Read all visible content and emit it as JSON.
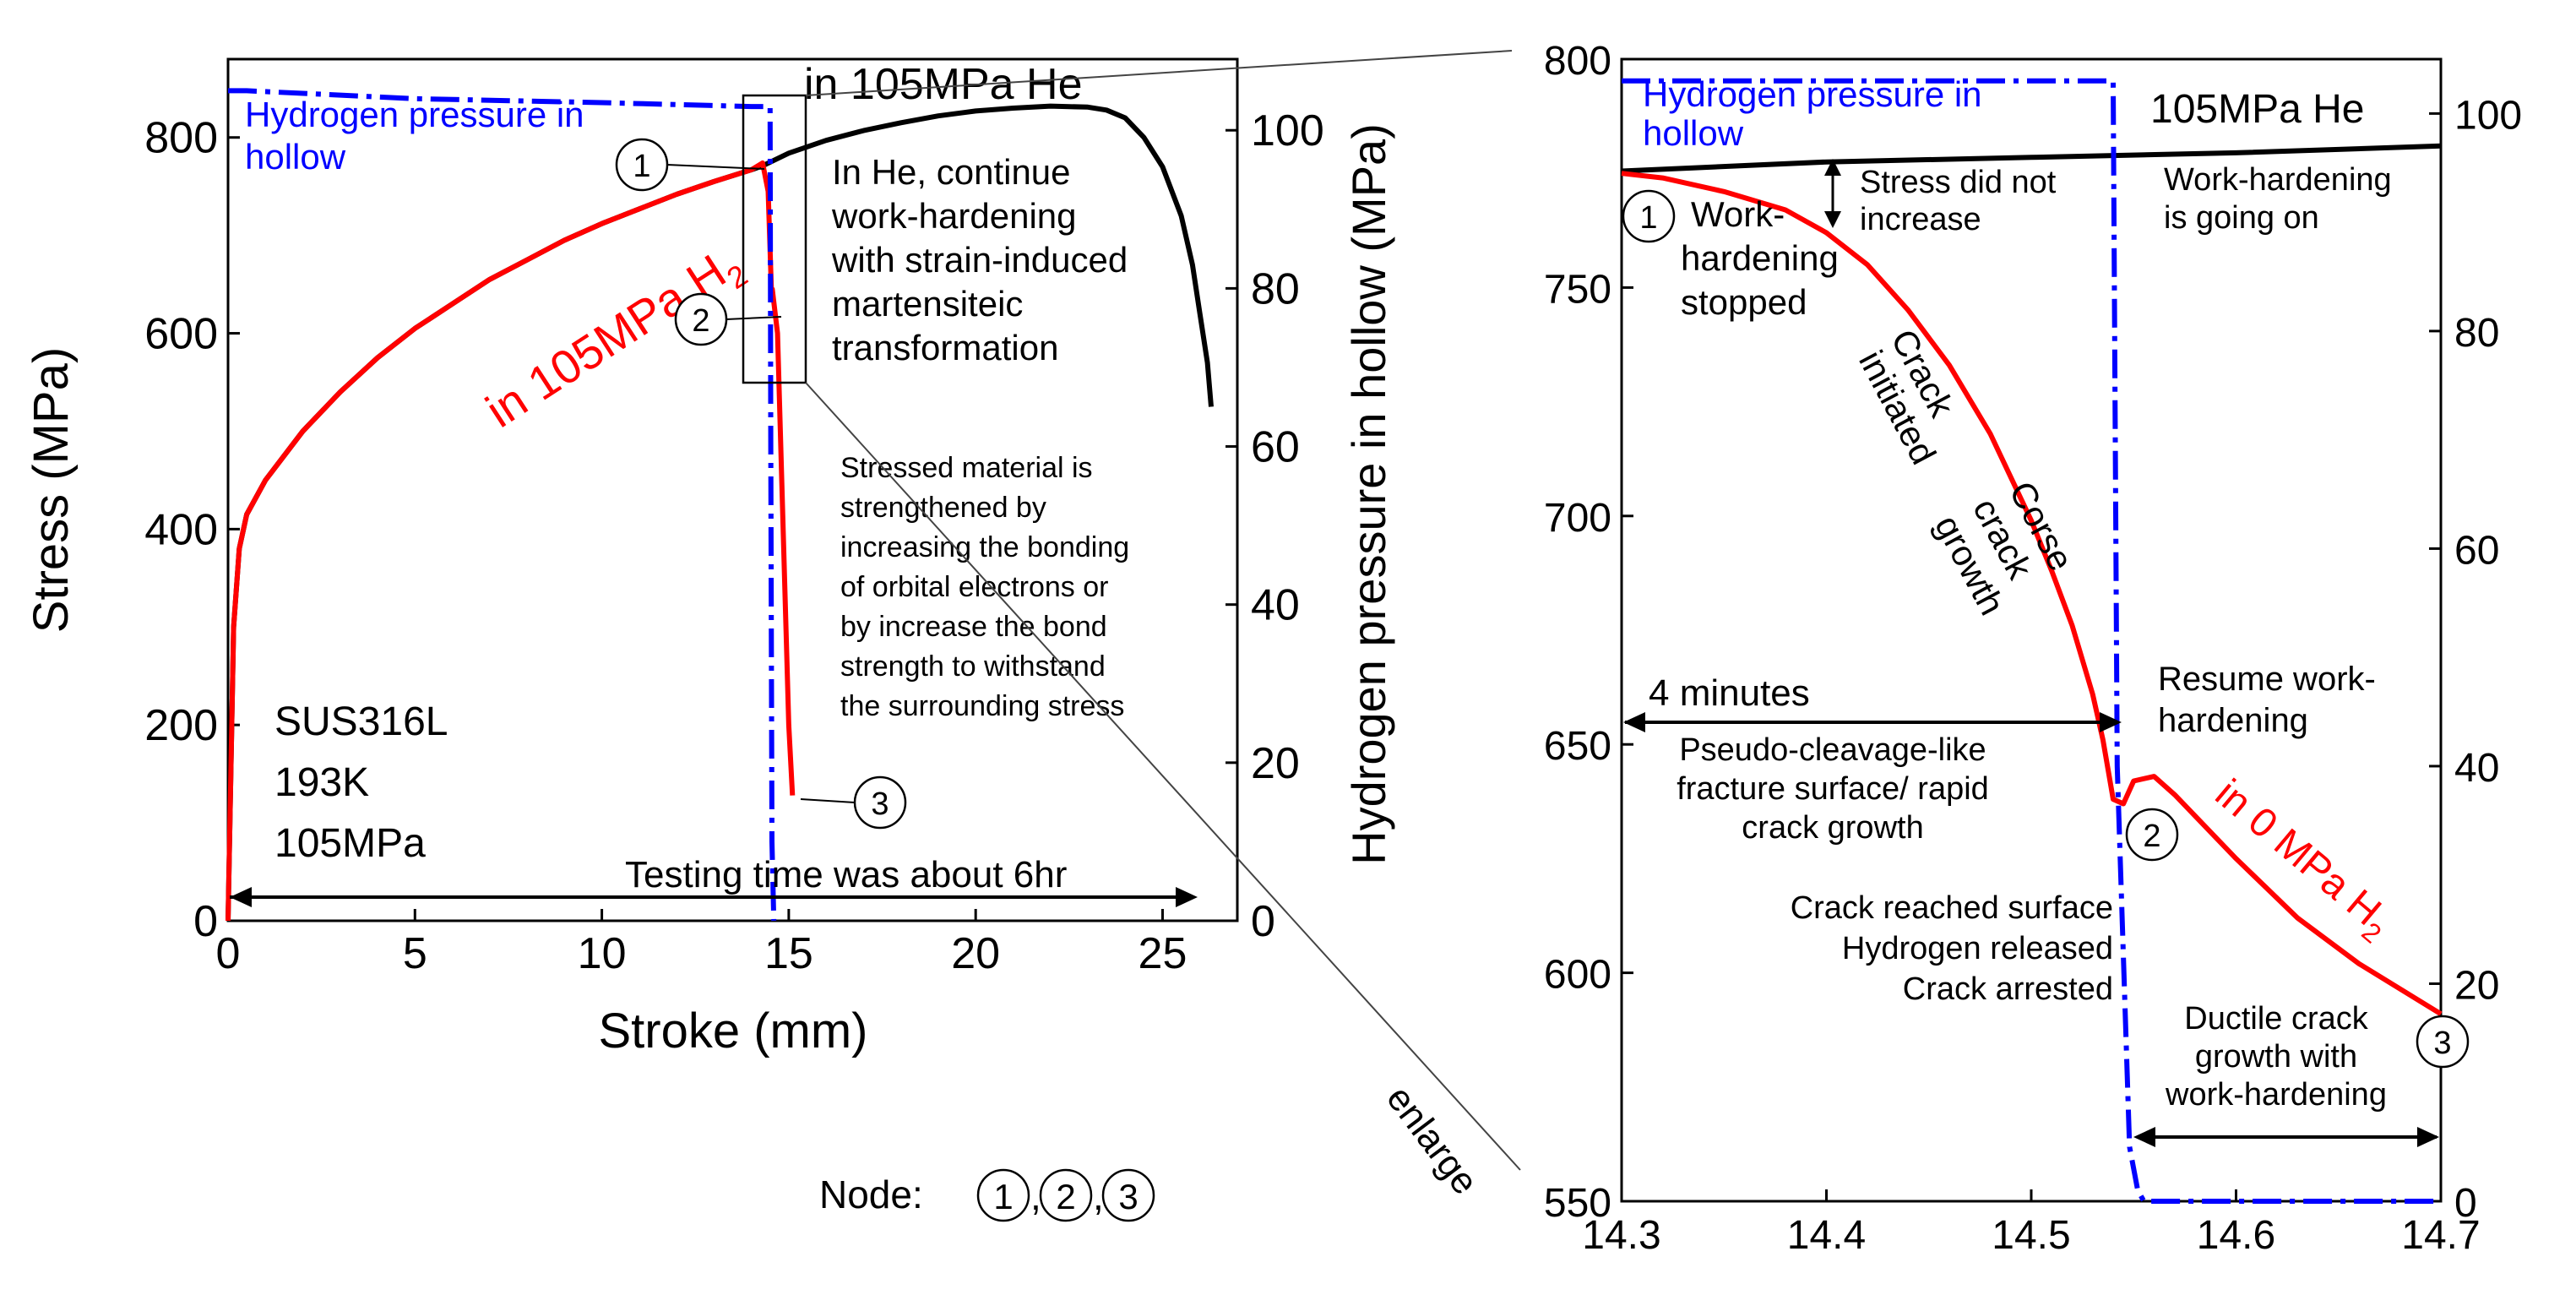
{
  "chart_data": [
    {
      "type": "line",
      "panel": "left",
      "xlabel": "Stroke (mm)",
      "ylabel": "Stress (MPa)",
      "y2label": "Hydrogen pressure in hollow (MPa)",
      "xlim": [
        0,
        27
      ],
      "ylim": [
        0,
        880
      ],
      "y2lim": [
        0,
        109
      ],
      "xticks": [
        "0",
        "5",
        "10",
        "15",
        "20",
        "25"
      ],
      "yticks": [
        "0",
        "200",
        "400",
        "600",
        "800"
      ],
      "y2ticks": [
        "0",
        "20",
        "40",
        "60",
        "80",
        "100"
      ],
      "grid": false,
      "series": [
        {
          "name": "in 105MPa He",
          "color": "#000000",
          "axis": "left",
          "x": [
            0,
            0.15,
            0.3,
            0.5,
            1,
            2,
            3,
            4,
            5,
            6,
            7,
            8,
            9,
            10,
            11,
            12,
            13,
            14,
            14.3,
            15,
            16,
            17,
            18,
            19,
            20,
            21,
            22,
            23,
            23.5,
            24,
            24.5,
            25,
            25.5,
            25.8,
            26,
            26.2,
            26.3
          ],
          "values": [
            0,
            300,
            380,
            415,
            450,
            500,
            540,
            575,
            605,
            630,
            655,
            675,
            695,
            712,
            727,
            742,
            755,
            767,
            771,
            784,
            797,
            807,
            815,
            822,
            827,
            830,
            832,
            831,
            828,
            820,
            800,
            770,
            720,
            670,
            620,
            570,
            525
          ]
        },
        {
          "name": "in 105MPa H2",
          "color": "#ff0000",
          "axis": "left",
          "x": [
            0,
            0.15,
            0.3,
            0.5,
            1,
            2,
            3,
            4,
            5,
            6,
            7,
            8,
            9,
            10,
            11,
            12,
            13,
            14,
            14.3,
            14.45,
            14.54,
            14.56,
            14.7,
            15,
            15.1
          ],
          "values": [
            0,
            300,
            380,
            415,
            450,
            500,
            540,
            575,
            605,
            630,
            655,
            675,
            695,
            712,
            727,
            742,
            755,
            767,
            774,
            745,
            640,
            645,
            600,
            200,
            128
          ]
        },
        {
          "name": "Hydrogen pressure in hollow",
          "color": "#0000ff",
          "axis": "right",
          "x": [
            0,
            0.5,
            5,
            10,
            14,
            14.5,
            14.52,
            14.55,
            14.6
          ],
          "values": [
            105,
            105,
            104,
            103.5,
            103,
            103,
            60,
            10,
            0
          ]
        }
      ],
      "annotations": {
        "he_label": "in 105MPa He",
        "h2_label": "in 105MPa H",
        "h2_sub": "2",
        "h2_legend_line1": "Hydrogen pressure in",
        "h2_legend_line2": "hollow",
        "he_note": [
          "In He, continue",
          "work-hardening",
          "with strain-induced",
          "martensiteic",
          "transformation"
        ],
        "stressed_note": [
          "Stressed material is",
          "strengthened by",
          "increasing the bonding",
          "of orbital electrons or",
          "by increase the bond",
          "strength to withstand",
          "the surrounding stress"
        ],
        "material": [
          "SUS316L",
          "193K",
          "105MPa"
        ],
        "testing_time": "Testing time was about 6hr",
        "node1": "1",
        "node2": "2",
        "node3": "3"
      }
    },
    {
      "type": "line",
      "panel": "right",
      "xlim": [
        14.3,
        14.7
      ],
      "ylim": [
        550,
        800
      ],
      "y2lim": [
        0,
        105
      ],
      "xticks": [
        "14.3",
        "14.4",
        "14.5",
        "14.6",
        "14.7"
      ],
      "yticks": [
        "550",
        "600",
        "650",
        "700",
        "750",
        "800"
      ],
      "y2ticks": [
        "0",
        "20",
        "40",
        "60",
        "80",
        "100"
      ],
      "grid": false,
      "series": [
        {
          "name": "105MPa He",
          "color": "#000000",
          "axis": "left",
          "x": [
            14.3,
            14.4,
            14.5,
            14.6,
            14.7
          ],
          "values": [
            775.5,
            777.5,
            778.5,
            779.5,
            781
          ]
        },
        {
          "name": "in 0 MPa H2",
          "color": "#ff0000",
          "axis": "left",
          "x": [
            14.3,
            14.32,
            14.35,
            14.38,
            14.4,
            14.42,
            14.44,
            14.46,
            14.48,
            14.5,
            14.51,
            14.52,
            14.53,
            14.535,
            14.54,
            14.545,
            14.55,
            14.56,
            14.57,
            14.6,
            14.63,
            14.66,
            14.7
          ],
          "values": [
            775,
            774,
            771,
            767,
            762,
            755,
            745,
            733,
            718,
            699,
            688,
            676,
            661,
            651,
            638,
            637,
            642,
            643,
            639,
            625,
            612,
            602,
            591
          ]
        },
        {
          "name": "Hydrogen pressure in hollow",
          "color": "#0000ff",
          "axis": "right",
          "x": [
            14.3,
            14.54,
            14.542,
            14.548,
            14.552,
            14.555,
            14.7
          ],
          "values": [
            103,
            103,
            40,
            5,
            1,
            0,
            0
          ]
        }
      ],
      "annotations": {
        "h2_legend_line1": "Hydrogen pressure in",
        "h2_legend_line2": "hollow",
        "he_label": "105MPa He",
        "stress_note": [
          "Stress did not",
          "increase"
        ],
        "wh_on": [
          "Work-hardening",
          "is going on"
        ],
        "wh_stopped": [
          "Work-",
          "hardening",
          "stopped"
        ],
        "crack_init": [
          "Crack",
          "initiated"
        ],
        "corse": [
          "Corse",
          "crack",
          "growth"
        ],
        "four_min": "4 minutes",
        "pseudo": [
          "Pseudo-cleavage-like",
          "fracture surface/ rapid",
          "crack growth"
        ],
        "reached": [
          "Crack reached surface",
          "Hydrogen released",
          "Crack arrested"
        ],
        "resume": [
          "Resume work-",
          "hardening"
        ],
        "zero_h2": "in 0 MPa H",
        "zero_sub": "2",
        "ductile": [
          "Ductile crack",
          "growth with",
          "work-hardening"
        ],
        "node1": "1",
        "node2": "2",
        "node3": "3"
      }
    }
  ],
  "enlarge_label": "enlarge",
  "node_caption": "Node:",
  "node_digits": [
    "1",
    "2",
    "3"
  ],
  "separator": ","
}
